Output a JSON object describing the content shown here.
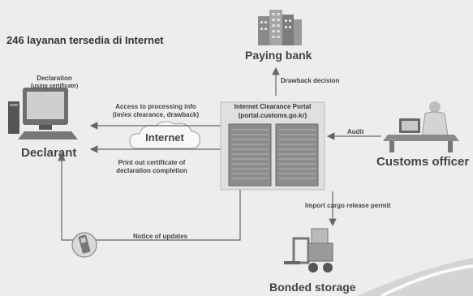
{
  "title": "246 layanan tersedia di Internet",
  "nodes": {
    "paying_bank": "Paying bank",
    "declarant": "Declarant",
    "declaration": "Declaration",
    "declaration_sub": "(using certificate)",
    "portal_title": "Internet Clearance Portal",
    "portal_url": "(portal.customs.go.kr)",
    "internet": "Internet",
    "customs_officer": "Customs officer",
    "bonded_storage": "Bonded storage"
  },
  "edges": {
    "drawback_decision": "Drawback decision",
    "access_line1": "Access to processing info",
    "access_line2": "(im/ex clearance, drawback)",
    "printout_line1": "Print out certificate of",
    "printout_line2": "declaration completion",
    "audit": "Audit",
    "import_permit": "Import cargo release permit",
    "notice": "Notice of updates"
  },
  "icons": [
    "building-icon",
    "computer-icon",
    "server-icon",
    "officer-icon",
    "forklift-icon",
    "mobile-phone-icon",
    "cloud-icon"
  ]
}
